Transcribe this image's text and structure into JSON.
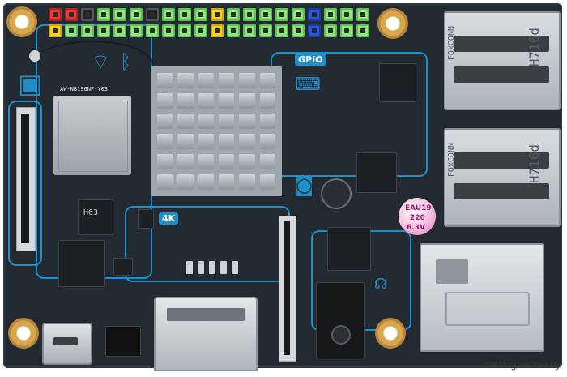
{
  "image": {
    "gpio_label": "GPIO",
    "module_text": "AW-NB196NF-Y03",
    "chip1_text": "H63",
    "cap_text": [
      "EAU19",
      "220",
      "6.3V"
    ],
    "badge_4k": "4K",
    "usb_text": "H716d",
    "usb_brand": "FOXCONN",
    "watermark": "catalog.onliner.by"
  },
  "colors": {
    "board": "#232a31",
    "trace": "#1f8fc9",
    "pin_green": "#8fe67f",
    "pin_red": "#e43a3a",
    "pin_yellow": "#f2d12c",
    "pin_blue": "#2a56d8"
  },
  "icons": [
    "wifi-icon",
    "bluetooth-icon",
    "display-icon",
    "keyboard-icon",
    "camera-icon",
    "headphones-icon"
  ]
}
